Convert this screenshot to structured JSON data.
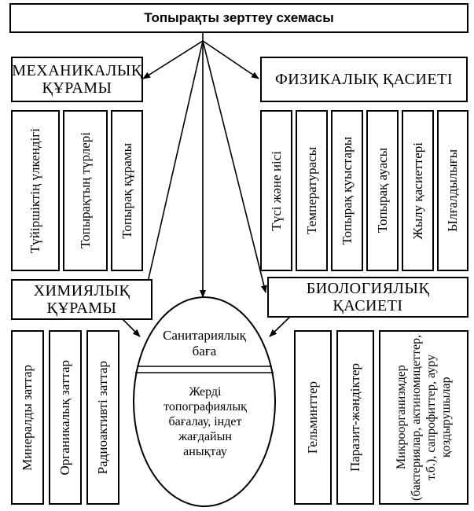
{
  "title": "Топырақты зерттеу схемасы",
  "categories": {
    "mechanical": {
      "label": "МЕХАНИКАЛЫҚ ҚҰРАМЫ",
      "items": [
        "Түйіршіктің үлкендігі",
        "Топырақтың түрлері",
        "Топырақ құрамы"
      ]
    },
    "physical": {
      "label": "ФИЗИКАЛЫҚ ҚАСИЕТІ",
      "items": [
        "Түсі және иісі",
        "Температурасы",
        "Топырақ қуыстары",
        "Топырақ ауасы",
        "Жылу қасиеттері",
        "Ылғалдылығы"
      ]
    },
    "chemical": {
      "label": "ХИМИЯЛЫҚ ҚҰРАМЫ",
      "items": [
        "Минералды заттар",
        "Органикалық заттар",
        "Радиоактивті заттар"
      ]
    },
    "biological": {
      "label": "БИОЛОГИЯЛЫҚ ҚАСИЕТІ",
      "items": [
        "Гельминттер",
        "Паразит-жәндіктер",
        "Микроорганизмдер (бактериялар, актиномицеттер, т.б.), сапрофиттер, ауру қоздырушылар"
      ]
    }
  },
  "center": {
    "top": "Санитариялық\nбаға",
    "bottom": "Жерді\nтопографиялық\nбағалау, індет\nжағдайын\nанықтау"
  }
}
